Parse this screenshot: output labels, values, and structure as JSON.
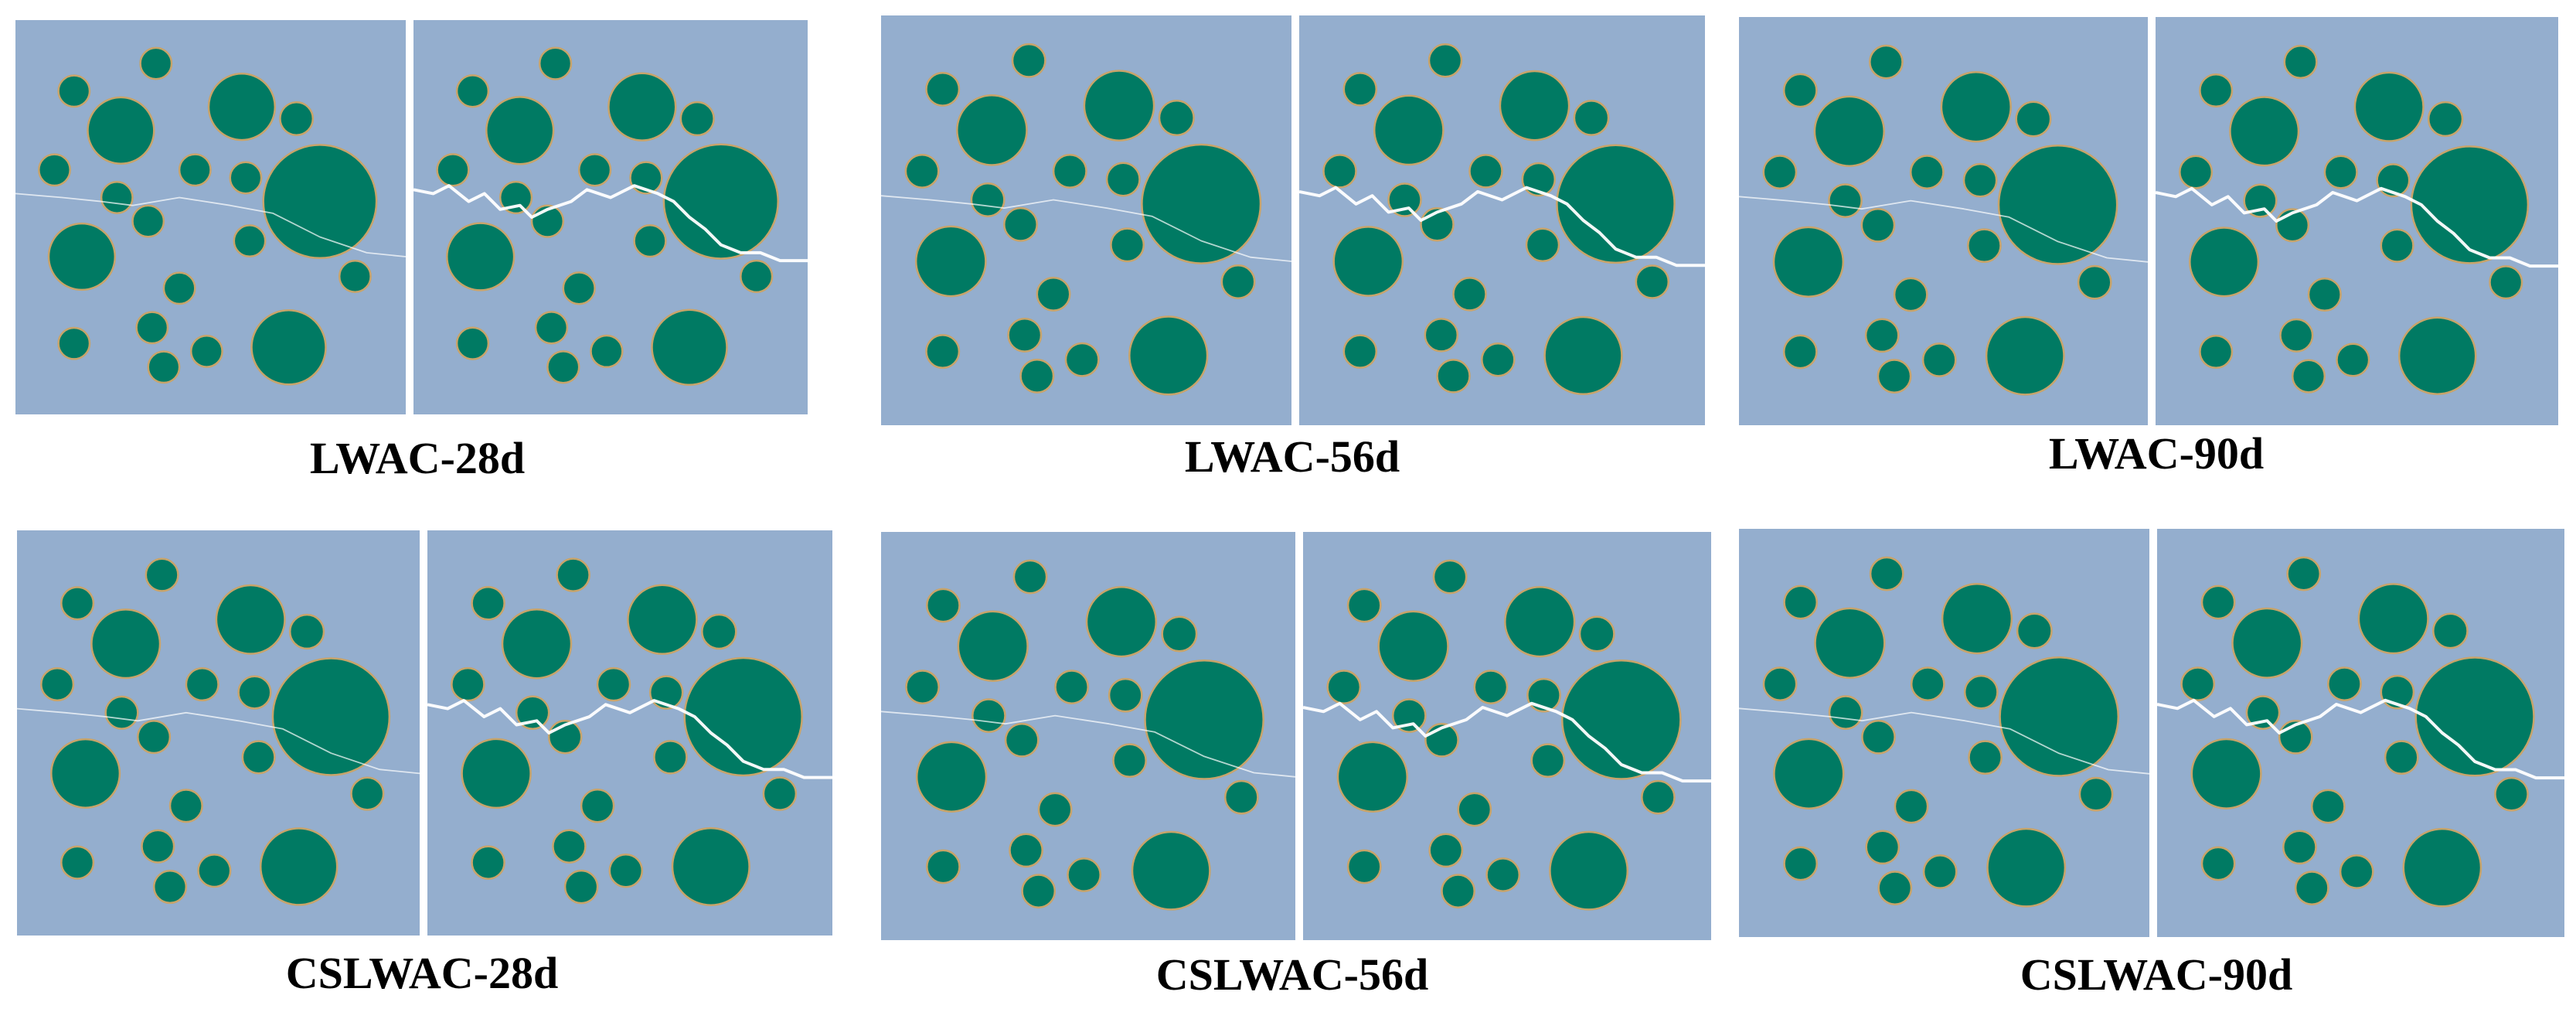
{
  "figure": {
    "colors": {
      "matrix": "#94AECE",
      "aggregate": "#007A63",
      "aggregate_edge": "#C8A46A",
      "crack": "#FFFFFF",
      "background": "#FFFFFF"
    },
    "panels": [
      {
        "label": "LWAC-28d",
        "crack": "light"
      },
      {
        "label": "LWAC-56d",
        "crack": "light"
      },
      {
        "label": "LWAC-90d",
        "crack": "light"
      },
      {
        "label": "CSLWAC-28d",
        "crack": "light"
      },
      {
        "label": "CSLWAC-56d",
        "crack": "light"
      },
      {
        "label": "CSLWAC-90d",
        "crack": "light"
      }
    ]
  }
}
